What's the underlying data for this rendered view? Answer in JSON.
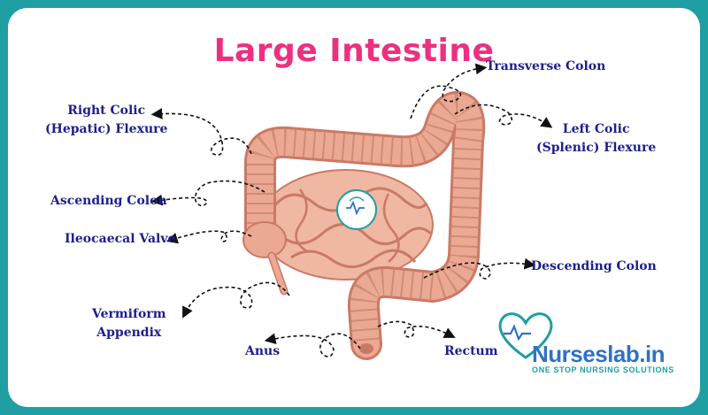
{
  "title": "Large Intestine",
  "labels": {
    "transverse_colon": "Transverse Colon",
    "right_colic": [
      "Right Colic",
      "(Hepatic) Flexure"
    ],
    "left_colic": [
      "Left Colic",
      "(Splenic) Flexure"
    ],
    "ascending_colon": "Ascending Colon",
    "ileocaecal_valve": "Ileocaecal Valve",
    "descending_colon": "Descending Colon",
    "vermiform_appendix": [
      "Vermiform",
      "Appendix"
    ],
    "anus": "Anus",
    "rectum": "Rectum"
  },
  "logo": {
    "brand": "Nurseslab.in",
    "tagline": "ONE STOP NURSING SOLUTIONS",
    "watermark": "Nurseslab.in"
  },
  "colors": {
    "frame": "#1f9ea3",
    "title": "#ee2f7f",
    "label": "#1c1f8f",
    "organ": "#e9a58f",
    "organ_dark": "#c97a66",
    "brand_blue": "#2f72c4"
  }
}
